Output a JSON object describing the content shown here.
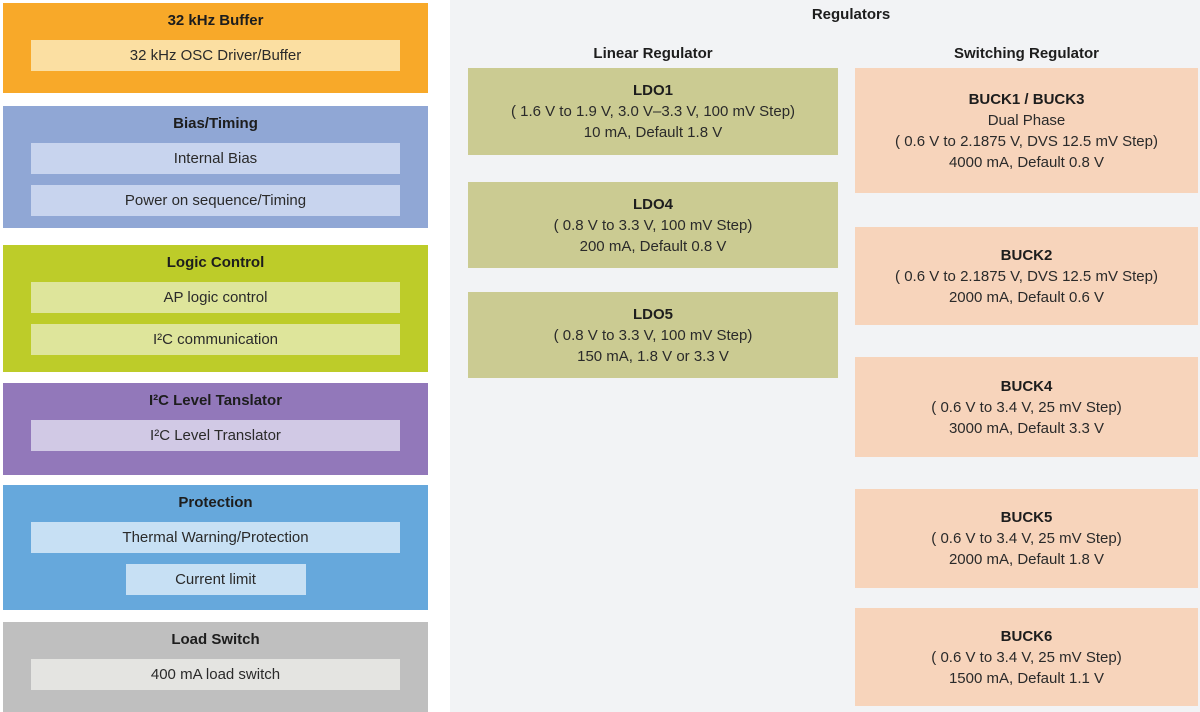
{
  "page": {
    "bg": "#ffffff",
    "panel_bg": "#f2f3f5",
    "text_color": "#262626"
  },
  "left_blocks": [
    {
      "title": "32 kHz Buffer",
      "bg": "#F8A929",
      "inner_bg": "#FBDFA2",
      "items": [
        "32 kHz OSC Driver/Buffer"
      ]
    },
    {
      "title": "Bias/Timing",
      "bg": "#90A7D5",
      "inner_bg": "#C8D4EE",
      "items": [
        "Internal Bias",
        "Power on sequence/Timing"
      ]
    },
    {
      "title": "Logic Control",
      "bg": "#BDCC29",
      "inner_bg": "#DEE59B",
      "items": [
        "AP logic control",
        "I²C communication"
      ]
    },
    {
      "title": "I²C Level Tanslator",
      "bg": "#9278BA",
      "inner_bg": "#D1C9E5",
      "items": [
        "I²C Level Translator"
      ]
    },
    {
      "title": "Protection",
      "bg": "#66A8DC",
      "inner_bg": "#C7E0F4",
      "items": [
        "Thermal Warning/Protection",
        "Current limit"
      ]
    },
    {
      "title": "Load Switch",
      "bg": "#BFBFBF",
      "inner_bg": "#E4E4E1",
      "items": [
        "400 mA load switch"
      ]
    }
  ],
  "regulators": {
    "title": "Regulators",
    "linear": {
      "title": "Linear Regulator",
      "block_bg": "#CBCB92",
      "blocks": [
        {
          "name": "LDO1",
          "lines": [
            "( 1.6 V to 1.9 V, 3.0 V–3.3 V, 100 mV Step)",
            "10 mA, Default 1.8 V"
          ]
        },
        {
          "name": "LDO4",
          "lines": [
            "( 0.8 V to 3.3 V, 100 mV Step)",
            "200 mA, Default 0.8 V"
          ]
        },
        {
          "name": "LDO5",
          "lines": [
            "( 0.8 V to 3.3 V, 100 mV Step)",
            "150 mA, 1.8 V or 3.3 V"
          ]
        }
      ]
    },
    "switching": {
      "title": "Switching Regulator",
      "block_bg": "#F7D4BB",
      "blocks": [
        {
          "name": "BUCK1 / BUCK3",
          "lines": [
            "Dual Phase",
            "( 0.6 V to 2.1875 V, DVS 12.5 mV Step)",
            "4000 mA, Default 0.8 V"
          ]
        },
        {
          "name": "BUCK2",
          "lines": [
            "( 0.6 V to 2.1875 V, DVS 12.5 mV Step)",
            "2000 mA, Default 0.6 V"
          ]
        },
        {
          "name": "BUCK4",
          "lines": [
            "( 0.6 V to 3.4 V, 25 mV Step)",
            "3000 mA, Default 3.3 V"
          ]
        },
        {
          "name": "BUCK5",
          "lines": [
            "( 0.6 V to 3.4 V, 25 mV Step)",
            "2000 mA, Default 1.8 V"
          ]
        },
        {
          "name": "BUCK6",
          "lines": [
            "( 0.6 V to 3.4 V, 25 mV Step)",
            "1500 mA, Default 1.1 V"
          ]
        }
      ]
    }
  }
}
